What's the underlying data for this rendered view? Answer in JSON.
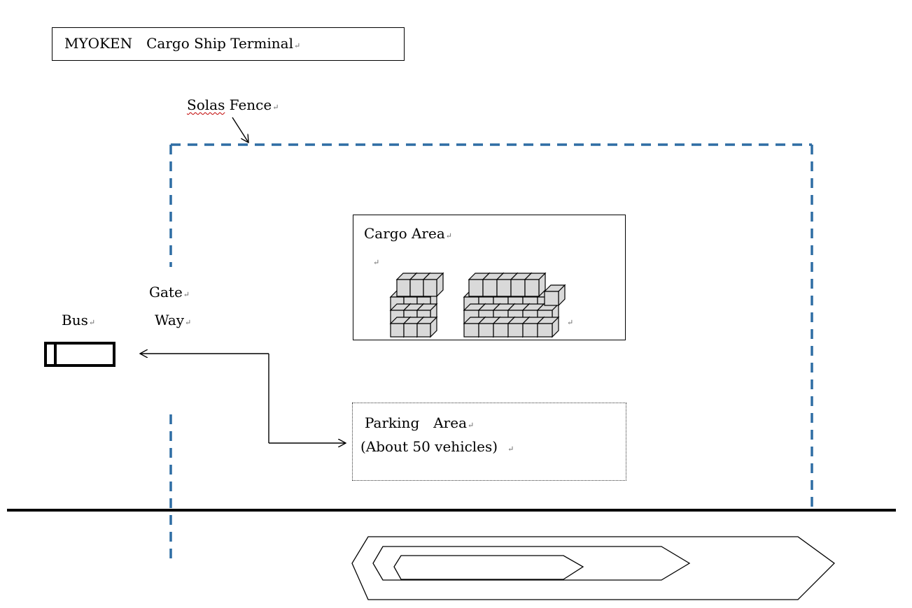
{
  "title": "MYOKEN　Cargo Ship Terminal",
  "fence_label": {
    "word1": "Solas",
    "word2": " Fence"
  },
  "gate_line1": "Gate",
  "gate_line2": "Way",
  "bus_label": "Bus",
  "cargo_area_label": "Cargo Area",
  "parking_line1": "Parking　Area",
  "parking_line2": "(About 50 vehicles)",
  "paragraph_mark": "↵",
  "colors": {
    "fence": "#2e6da4",
    "line": "#000000",
    "crate_fill": "#d9d9d9",
    "spell_underline": "#c00000"
  },
  "icons": [
    "bus-icon",
    "ship-icon",
    "cargo-stack-icon",
    "arrow-icon"
  ]
}
